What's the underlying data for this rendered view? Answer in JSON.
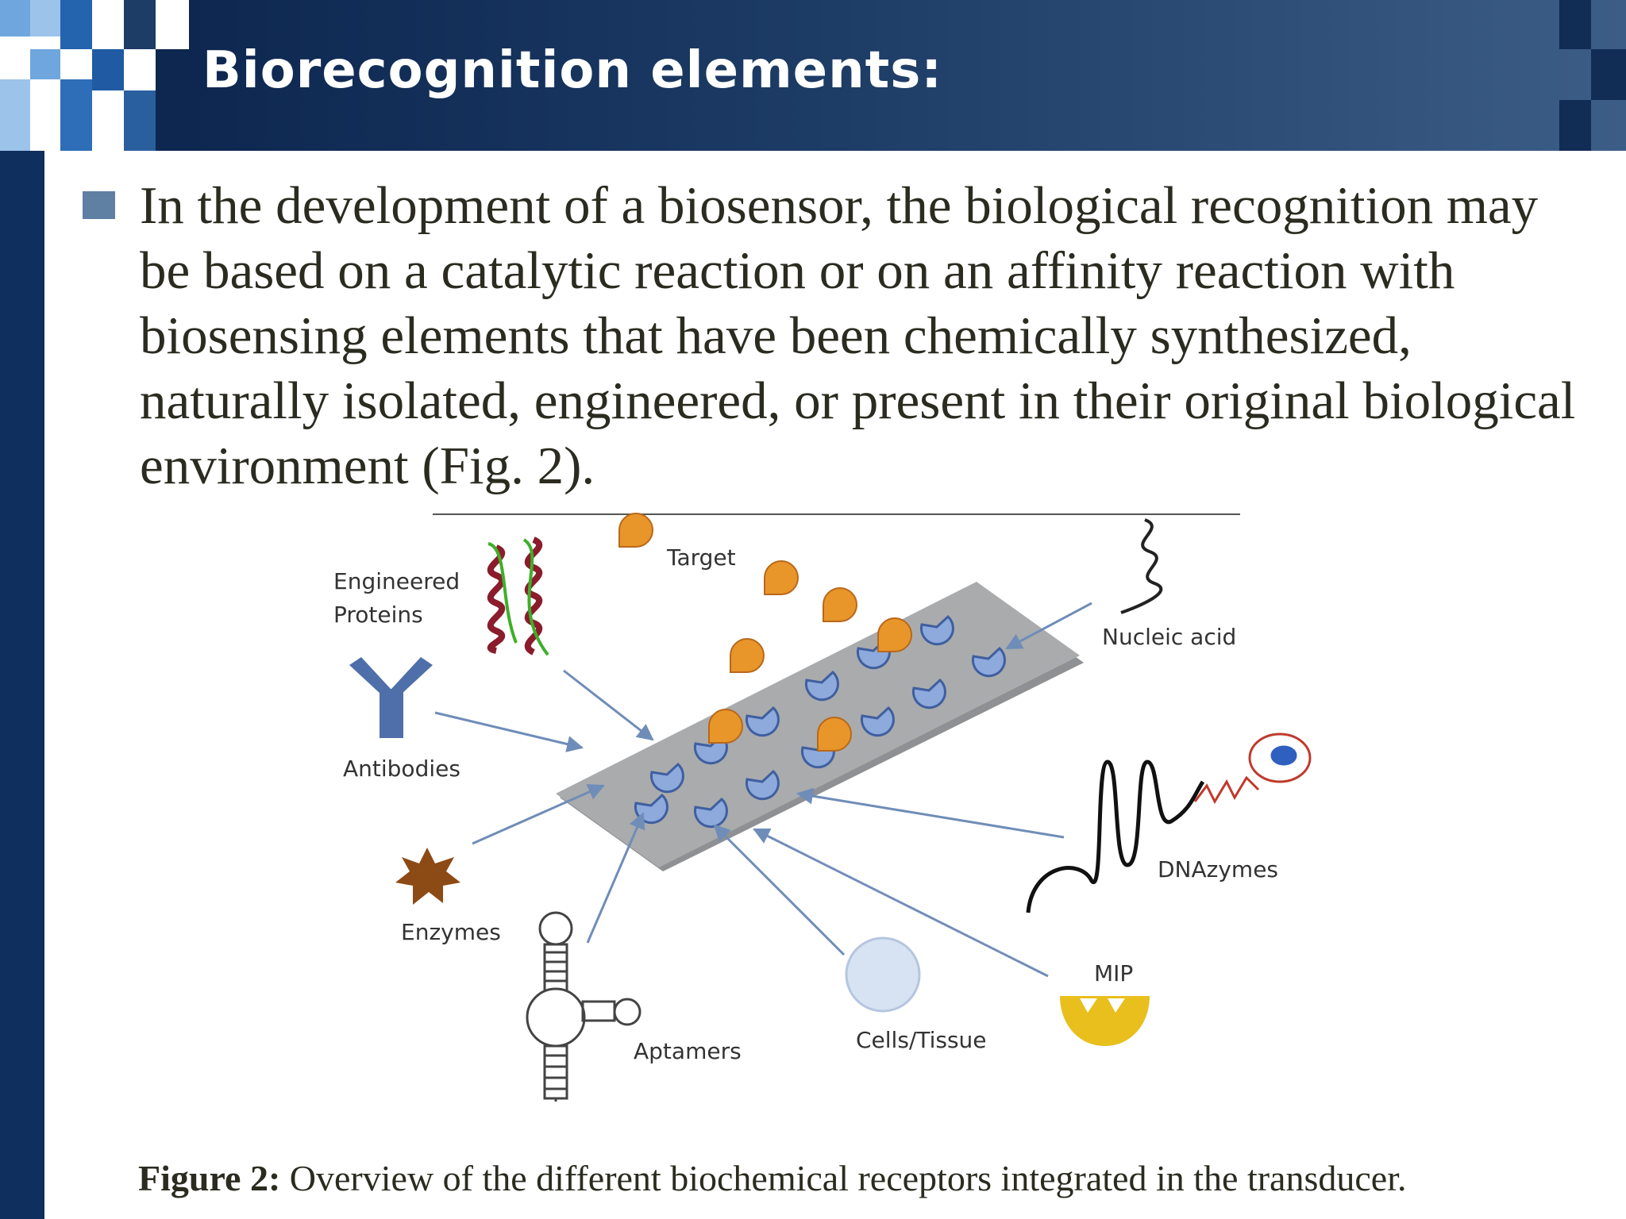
{
  "slide": {
    "title": "Biorecognition elements:",
    "body_lines": [
      "In the development of a biosensor, the biological recognition may",
      "be based on a catalytic reaction or on an affinity reaction with",
      "biosensing elements that have been chemically synthesized,",
      "naturally isolated, engineered, or present in their original biological",
      "environment (Fig. 2)."
    ]
  },
  "figure": {
    "labels": {
      "engineered_proteins_1": "Engineered",
      "engineered_proteins_2": "Proteins",
      "target": "Target",
      "nucleic_acid": "Nucleic acid",
      "antibodies": "Antibodies",
      "enzymes": "Enzymes",
      "dnazymes": "DNAzymes",
      "mip": "MIP",
      "aptamers": "Aptamers",
      "cells_tissue": "Cells/Tissue"
    },
    "caption_bold": "Figure 2:",
    "caption_text": " Overview of the different biochemical receptors integrated in the transducer."
  },
  "colors": {
    "header": "#1d3c66",
    "left_bar": "#0f2f5e",
    "bullet": "#5f7fa3",
    "receptor": "#8ea9dc",
    "target": "#e8962a",
    "platform": "#a9a9ab",
    "arrow": "#6f8db8"
  }
}
